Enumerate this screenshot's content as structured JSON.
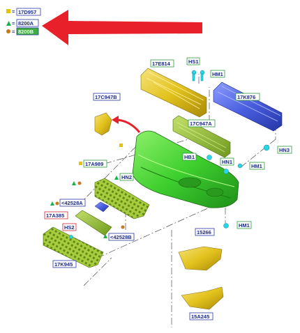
{
  "legend": [
    {
      "code": "17D957",
      "symbol": "square",
      "symbol_color": "#e8c400",
      "box_fill": "#ffffff",
      "box_stroke": "#2a3aa8",
      "text_color": "#1a2a8a"
    },
    {
      "code": "8200A",
      "symbol": "triangle",
      "symbol_color": "#17b34a",
      "box_fill": "#ffffff",
      "box_stroke": "#2a3aa8",
      "text_color": "#1a2a8a"
    },
    {
      "code": "8200B",
      "symbol": "circle",
      "symbol_color": "#c8781e",
      "box_fill": "#3fae3f",
      "box_stroke": "#2a3aa8",
      "text_color": "#ffffff"
    }
  ],
  "legend_prefix": "=",
  "labels": [
    {
      "id": "17E814",
      "text": "17E814",
      "border": "green"
    },
    {
      "id": "HS1",
      "text": "HS1",
      "border": "green"
    },
    {
      "id": "HM1a",
      "text": "HM1",
      "border": "green"
    },
    {
      "id": "17K876",
      "text": "17K876",
      "border": "green"
    },
    {
      "id": "17C947B",
      "text": "17C947B",
      "border": "blue"
    },
    {
      "id": "17C947A",
      "text": "17C947A",
      "border": "green"
    },
    {
      "id": "HN3",
      "text": "HN3",
      "border": "green"
    },
    {
      "id": "17A989",
      "text": "17A989",
      "border": "green"
    },
    {
      "id": "HB1",
      "text": "HB1",
      "border": "green"
    },
    {
      "id": "HN1",
      "text": "HN1",
      "border": "green"
    },
    {
      "id": "HM1b",
      "text": "HM1",
      "border": "green"
    },
    {
      "id": "HN2",
      "text": "HN2",
      "border": "green"
    },
    {
      "id": "42528A",
      "text": "<42528A",
      "border": "blue"
    },
    {
      "id": "17A385",
      "text": "17A385",
      "border": "red"
    },
    {
      "id": "HS2",
      "text": "HS2",
      "border": "red"
    },
    {
      "id": "42528B",
      "text": "<42528B",
      "border": "blue"
    },
    {
      "id": "HM1c",
      "text": "HM1",
      "border": "green"
    },
    {
      "id": "15266",
      "text": "15266",
      "border": "blue"
    },
    {
      "id": "17K945",
      "text": "17K945",
      "border": "blue"
    },
    {
      "id": "15A245",
      "text": "15A245",
      "border": "blue"
    }
  ],
  "colors": {
    "label_text": "#1a2a8a",
    "label_border_green": "#2e9a3e",
    "label_border_blue": "#2a3aa8",
    "label_border_red": "#d0283a",
    "arrow_red": "#e8202a",
    "bumper_green": "#3ecf2e",
    "part_yellow": "#e2c21c",
    "part_blue": "#4a5fe0",
    "fastener_cyan": "#2ad4e6"
  },
  "icons": [
    "square-icon",
    "triangle-icon",
    "circle-icon",
    "red-arrow-icon",
    "fastener-icon"
  ]
}
